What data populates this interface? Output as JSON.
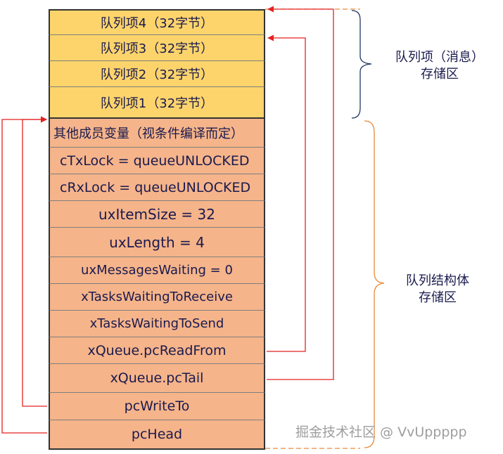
{
  "queue_items": [
    {
      "label": "队列项4（32字节）"
    },
    {
      "label": "队列项3（32字节）"
    },
    {
      "label": "队列项2（32字节）"
    },
    {
      "label": "队列项1（32字节）"
    }
  ],
  "struct_fields": [
    {
      "label": "其他成员变量（视条件编译而定）"
    },
    {
      "label": "cTxLock = queueUNLOCKED"
    },
    {
      "label": "cRxLock = queueUNLOCKED"
    },
    {
      "label": "uxItemSize = 32"
    },
    {
      "label": "uxLength = 4"
    },
    {
      "label": "uxMessagesWaiting = 0"
    },
    {
      "label": "xTasksWaitingToReceive"
    },
    {
      "label": "xTasksWaitingToSend"
    },
    {
      "label": "xQueue.pcReadFrom"
    },
    {
      "label": "xQueue.pcTail"
    },
    {
      "label": "pcWriteTo"
    },
    {
      "label": "pcHead"
    }
  ],
  "brace_labels": {
    "items_storage": [
      "队列项（消息）",
      "存储区"
    ],
    "struct_storage": [
      "队列结构体",
      "存储区"
    ]
  },
  "colors": {
    "queue_item_fill": "#fdd46b",
    "struct_field_fill": "#f5b48a",
    "pointer_arrow": "#e32222",
    "item_brace": "#1f3864",
    "struct_brace": "#e8893a"
  },
  "watermark": "掘金技术社区 @ VvUppppp"
}
